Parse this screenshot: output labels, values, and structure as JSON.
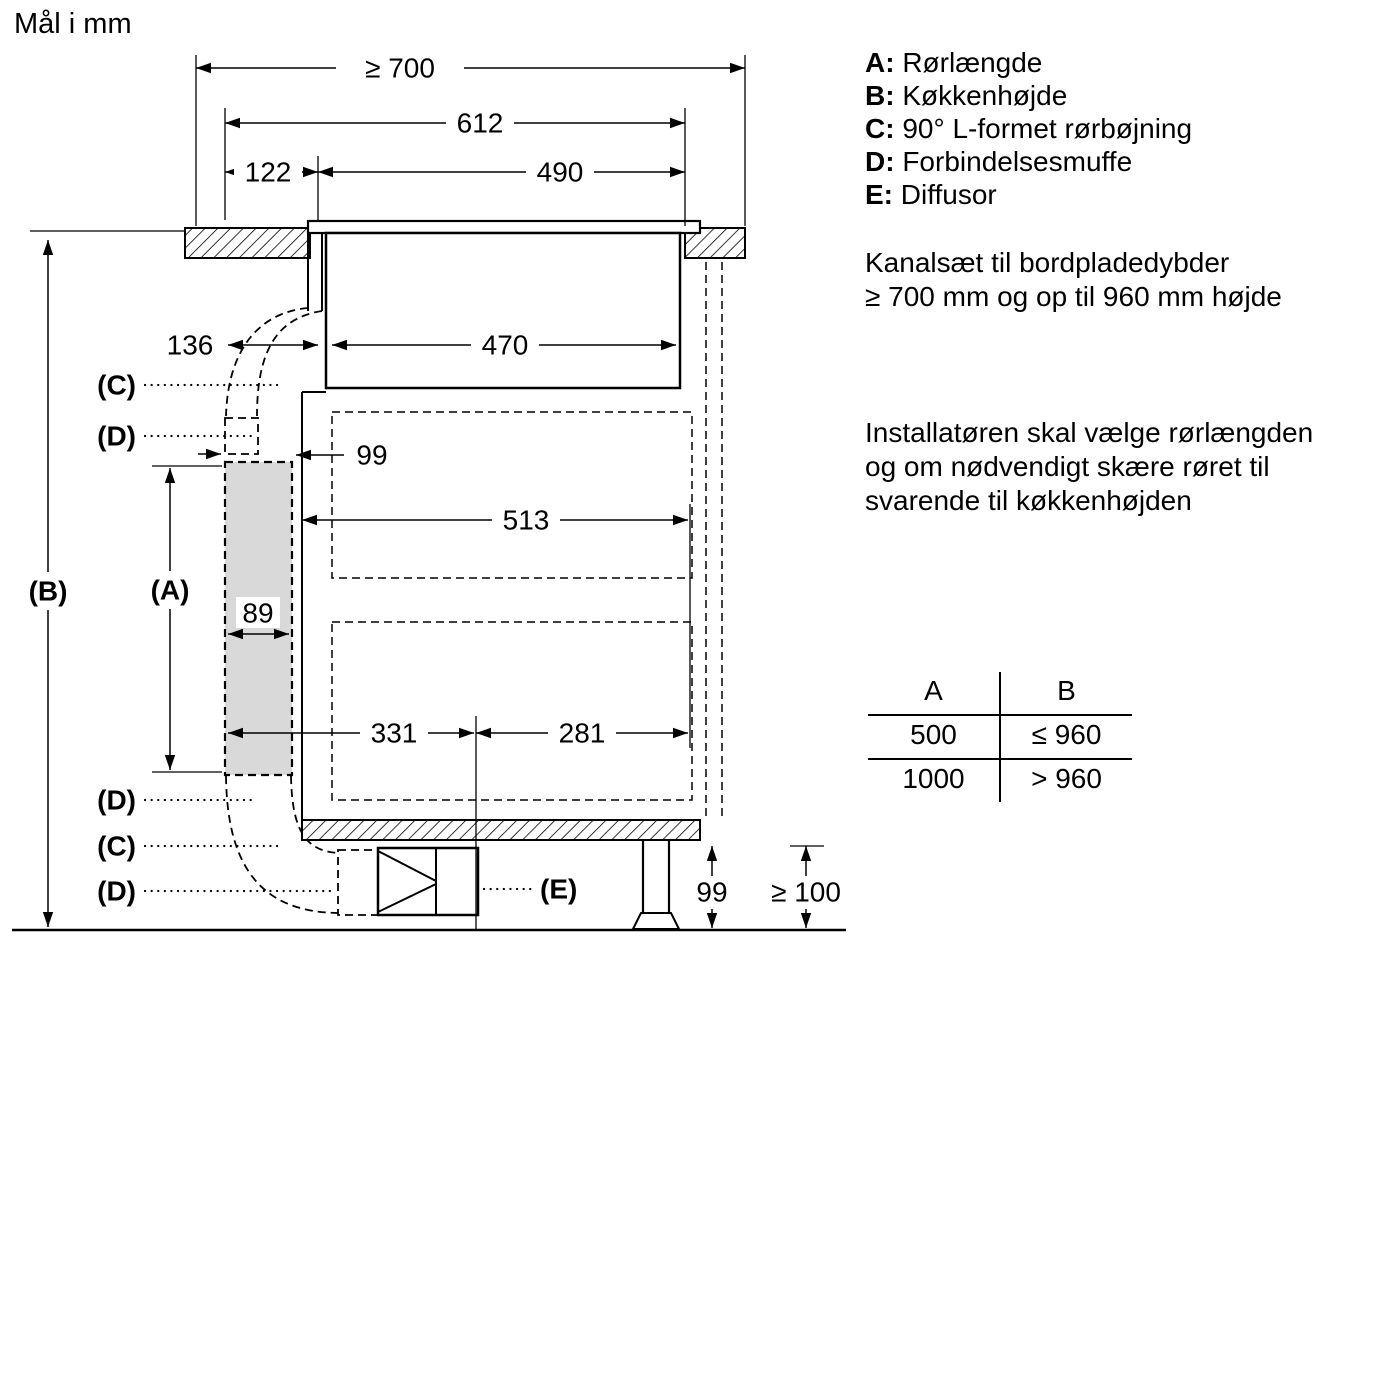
{
  "page": {
    "title": "Mål i mm"
  },
  "colors": {
    "pipe_fill": "#d9d9d9",
    "line": "#000000"
  },
  "legend": {
    "items": [
      {
        "key": "A:",
        "label": "Rørlængde"
      },
      {
        "key": "B:",
        "label": "Køkkenhøjde"
      },
      {
        "key": "C:",
        "label": "90° L-formet rørbøjning"
      },
      {
        "key": "D:",
        "label": "Forbindelsesmuffe"
      },
      {
        "key": "E:",
        "label": "Diffusor"
      }
    ]
  },
  "notes": {
    "duct_set": "Kanalsæt til bordpladedybder\n≥ 700 mm og op til 960 mm højde",
    "installer": "Installatøren skal vælge rørlængden\nog om nødvendigt skære røret til\nsvarende til køkkenhøjden"
  },
  "table": {
    "headers": [
      "A",
      "B"
    ],
    "rows": [
      [
        "500",
        "≤ 960"
      ],
      [
        "1000",
        "> 960"
      ]
    ]
  },
  "diagram": {
    "dims": {
      "top_width": "≥ 700",
      "hob_width": "612",
      "left_offset": "122",
      "right_width": "490",
      "duct_offset": "136",
      "plenum_width": "470",
      "gap": "99",
      "cabinet_width": "513",
      "pipe_width": "89",
      "bottom_left": "331",
      "bottom_right": "281",
      "plinth_height": "99",
      "clearance": "≥ 100"
    },
    "labels": {
      "A": "(A)",
      "B": "(B)",
      "C": "(C)",
      "D": "(D)",
      "E": "(E)"
    }
  }
}
